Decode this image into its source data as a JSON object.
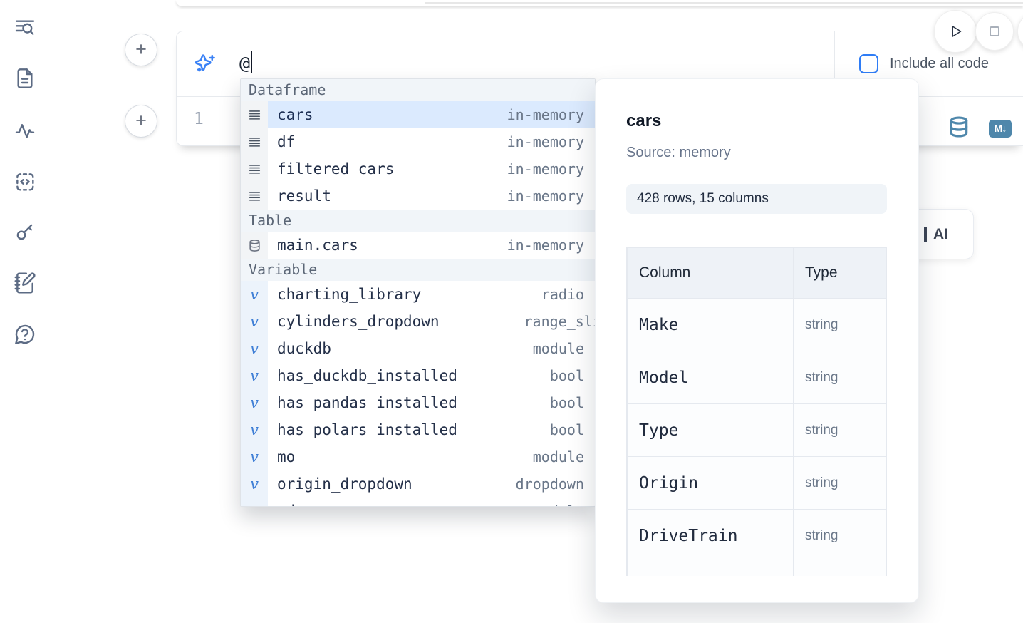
{
  "sidebar": {
    "icons": [
      {
        "name": "toc-search-icon"
      },
      {
        "name": "file-document-icon"
      },
      {
        "name": "activity-icon"
      },
      {
        "name": "snippets-code-icon"
      },
      {
        "name": "key-icon"
      },
      {
        "name": "notebook-pen-icon"
      },
      {
        "name": "help-chat-icon"
      }
    ]
  },
  "run_controls": {
    "play": "play-button",
    "stop": "stop-button",
    "partial": "run-button-partial"
  },
  "ai_prompt": {
    "value": "@",
    "include_all_code_label": "Include all code"
  },
  "cell": {
    "line_number": "1",
    "markdown_badge": "M↓"
  },
  "autocomplete": {
    "sections": [
      {
        "label": "Dataframe",
        "icon": "dataframe-icon",
        "items": [
          {
            "name": "cars",
            "type": "in-memory",
            "selected": true
          },
          {
            "name": "df",
            "type": "in-memory"
          },
          {
            "name": "filtered_cars",
            "type": "in-memory"
          },
          {
            "name": "result",
            "type": "in-memory"
          }
        ]
      },
      {
        "label": "Table",
        "icon": "table-database-icon",
        "items": [
          {
            "name": "main.cars",
            "type": "in-memory"
          }
        ]
      },
      {
        "label": "Variable",
        "icon": "variable-icon",
        "items": [
          {
            "name": "charting_library",
            "type": "radio"
          },
          {
            "name": "cylinders_dropdown",
            "type": "range_slider",
            "overflow": true
          },
          {
            "name": "duckdb",
            "type": "module"
          },
          {
            "name": "has_duckdb_installed",
            "type": "bool"
          },
          {
            "name": "has_pandas_installed",
            "type": "bool"
          },
          {
            "name": "has_polars_installed",
            "type": "bool"
          },
          {
            "name": "mo",
            "type": "module"
          },
          {
            "name": "origin_dropdown",
            "type": "dropdown"
          },
          {
            "name": "pd",
            "type": "module"
          }
        ]
      }
    ]
  },
  "preview_panel": {
    "title": "cars",
    "source": "Source: memory",
    "summary": "428 rows, 15 columns",
    "table": {
      "headers": [
        "Column",
        "Type"
      ],
      "rows": [
        [
          "Make",
          "string"
        ],
        [
          "Model",
          "string"
        ],
        [
          "Type",
          "string"
        ],
        [
          "Origin",
          "string"
        ],
        [
          "DriveTrain",
          "string"
        ]
      ]
    }
  },
  "ai_card": {
    "label": "AI"
  },
  "colors": {
    "accent_blue": "#3b82f6",
    "steel_blue": "#4e87ab",
    "selection_highlight": "#dbeafe",
    "section_header_bg": "#f1f5f9",
    "checkbox_border": "#2f7df6"
  }
}
